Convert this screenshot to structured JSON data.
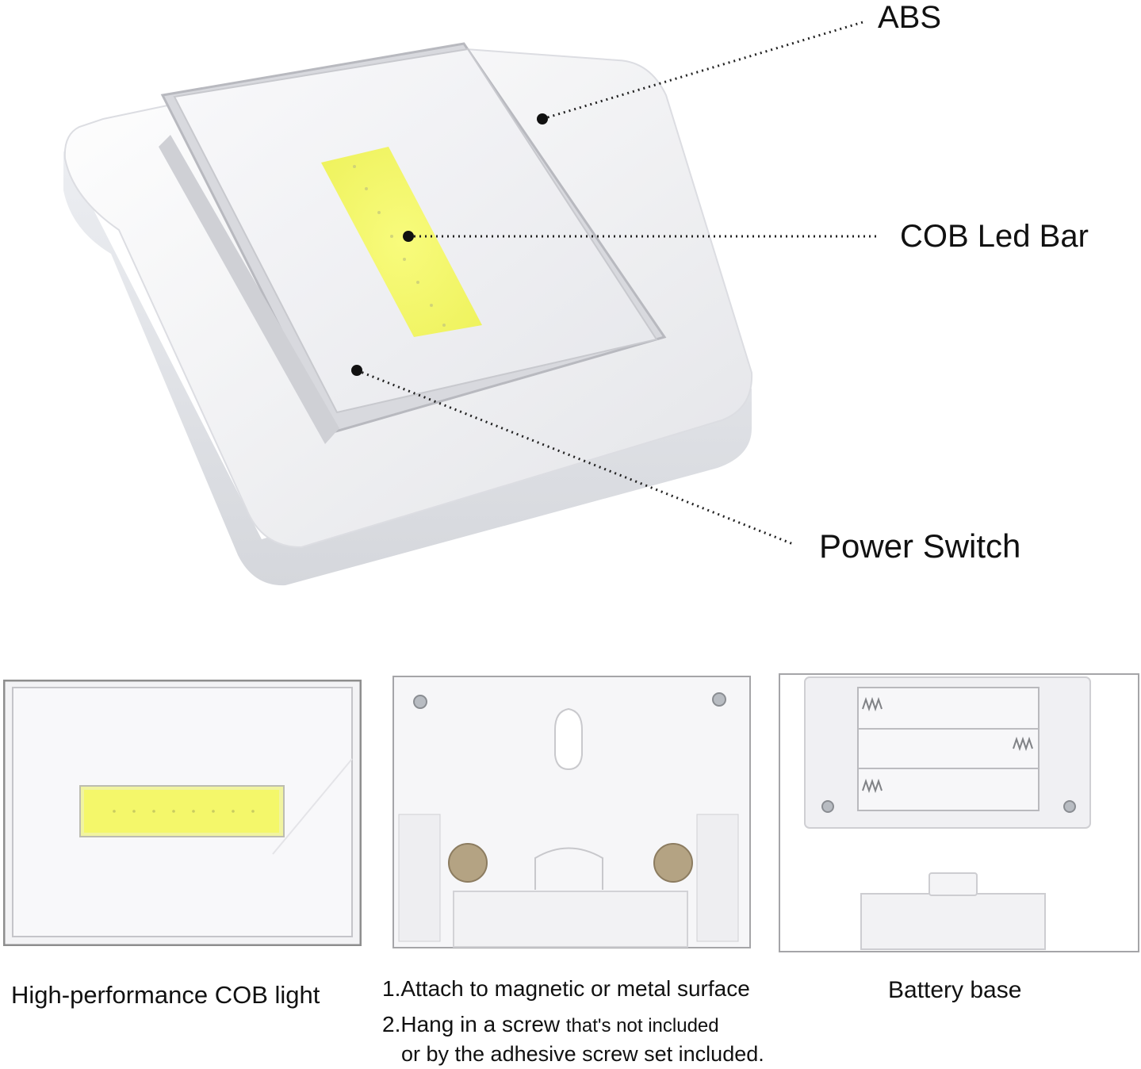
{
  "callouts": {
    "abs": "ABS",
    "cob_led_bar": "COB Led Bar",
    "power_switch": "Power Switch"
  },
  "panels": {
    "front": {
      "caption": "High-performance COB light"
    },
    "back": {
      "line1": "1.Attach to magnetic or metal surface",
      "line2_main": "2.Hang in a screw",
      "line2_small": "that's not included",
      "line3": "or by the adhesive screw set included."
    },
    "battery": {
      "caption": "Battery base"
    }
  },
  "colors": {
    "led": "#f4f76a",
    "body": "#f4f4f6",
    "outline": "#9a9a9a",
    "leader": "#222222"
  }
}
